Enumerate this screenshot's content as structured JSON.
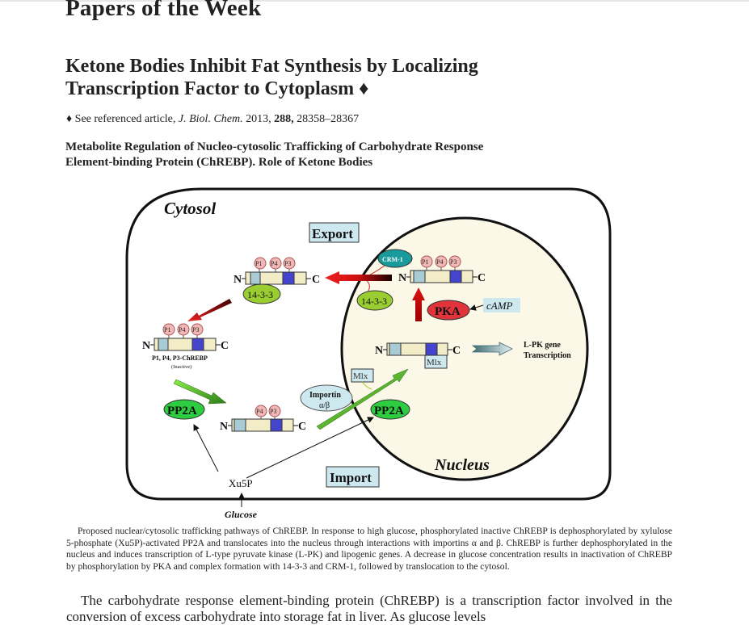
{
  "section_title": "Papers of the Week",
  "article": {
    "title_line1": "Ketone Bodies Inhibit Fat Synthesis by Localizing",
    "title_line2": "Transcription Factor to Cytoplasm",
    "title_marker": "♦",
    "reference": {
      "marker": "♦",
      "prefix": "See referenced article,",
      "journal": "J. Biol. Chem.",
      "year": "2013,",
      "volume": "288,",
      "pages": "28358–28367"
    },
    "paper_title_line1": "Metabolite Regulation of Nucleo-cytosolic Trafficking of Carbohydrate Response",
    "paper_title_line2": "Element-binding Protein (ChREBP). Role of Ketone Bodies"
  },
  "figure": {
    "cytosol_label": "Cytosol",
    "nucleus_label": "Nucleus",
    "export_label": "Export",
    "import_label": "Import",
    "n_label": "N",
    "c_label": "C",
    "p1": "P1",
    "p4": "P4",
    "p3": "P3",
    "protein_1433": "14-3-3",
    "crm1": "CRM-1",
    "pka": "PKA",
    "camp": "cAMP",
    "pp2a": "PP2A",
    "mlx": "Mlx",
    "importin_line1": "Importin",
    "importin_line2": "α/β",
    "inactive_label_line1": "P1, P4, P3-ChREBP",
    "inactive_label_line2": "(Inactive)",
    "lpk_line1": "L-PK gene",
    "lpk_line2": "Transcription",
    "xu5p": "Xu5P",
    "glucose": "Glucose",
    "colors": {
      "nucleus_fill": "#fbf8e8",
      "label_box": "#cde9ef",
      "green_oval": "#2ecc40",
      "olive_oval": "#9acd32",
      "teal_oval": "#1a9a9a",
      "pka_red": "#e0343a",
      "export_arrow": "#cc1111",
      "import_arrow": "#5cbf2a",
      "domain_light": "#a9cbd6",
      "domain_body": "#f2edc7",
      "domain_blue": "#4444cc",
      "phospho": "#f2b8b8"
    }
  },
  "caption": "Proposed nuclear/cytosolic trafficking pathways of ChREBP. In response to high glucose, phosphorylated inactive ChREBP is dephosphorylated by xylulose 5-phosphate (Xu5P)-activated PP2A and translocates into the nucleus through interactions with importins α and β. ChREBP is further dephosphorylated in the nucleus and induces transcription of L-type pyruvate kinase (L-PK) and lipogenic genes. A decrease in glucose concentration results in inactivation of ChREBP by phosphorylation by PKA and complex formation with 14-3-3 and CRM-1, followed by translocation to the cytosol.",
  "body_text": "The carbohydrate response element-binding protein (ChREBP) is a transcription factor involved in the conversion of excess carbohydrate into storage fat in liver. As glucose levels"
}
